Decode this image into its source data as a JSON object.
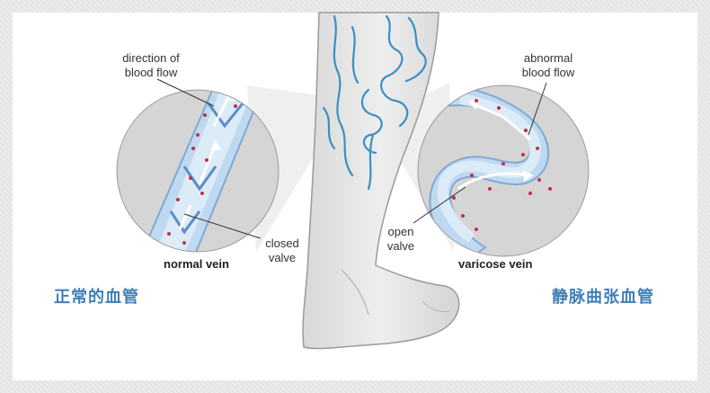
{
  "labels": {
    "direction_line1": "direction of",
    "direction_line2": "blood flow",
    "closed_line1": "closed",
    "closed_line2": "valve",
    "normal_vein": "normal vein",
    "abnormal_line1": "abnormal",
    "abnormal_line2": "blood flow",
    "open_line1": "open",
    "open_line2": "valve",
    "varicose_vein": "varicose vein"
  },
  "captions": {
    "left_cn": "正常的血管",
    "right_cn": "静脉曲张血管"
  },
  "colors": {
    "caption_blue": "#3e7fb8",
    "vein_blue": "#3b8fc4",
    "vein_light": "#bfd9f0",
    "blood_red": "#c0304a",
    "leg_fill": "#e6e6e6",
    "circle_fill": "#d5d5d5"
  }
}
